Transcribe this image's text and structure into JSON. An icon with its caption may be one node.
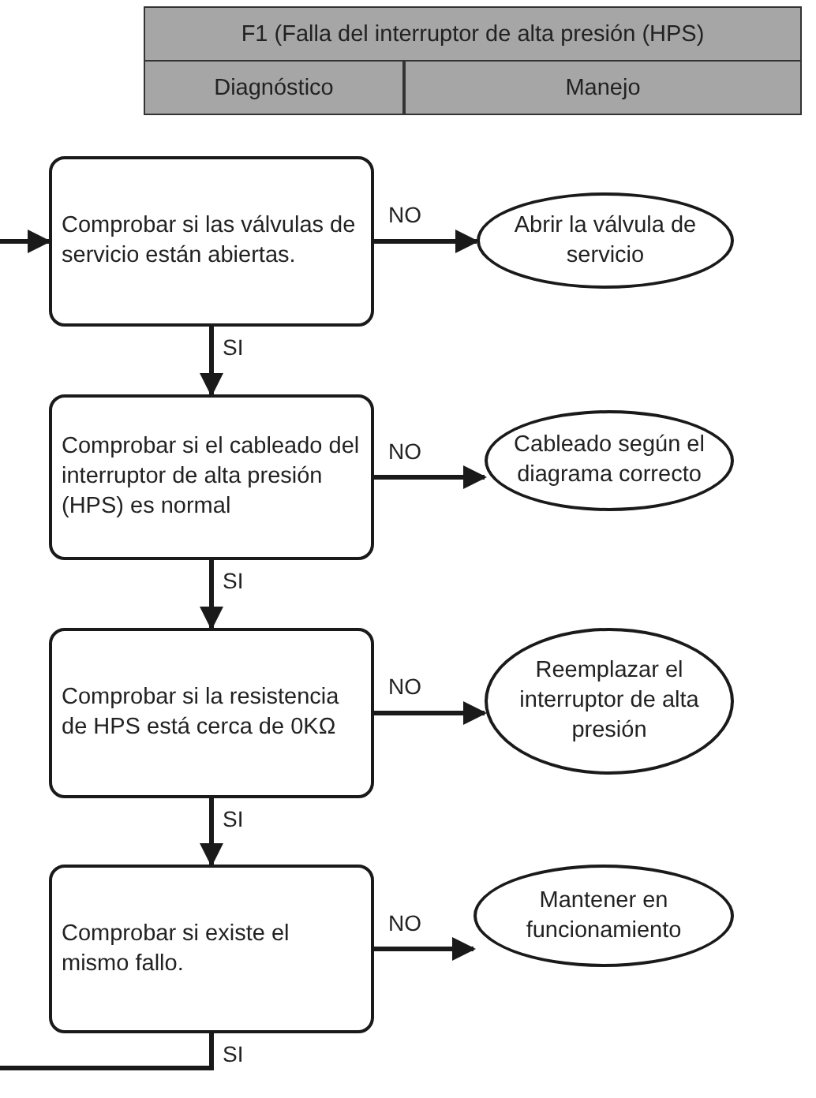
{
  "diagram": {
    "nodes": [
      {
        "text": [
          "Comprobar si las válvulas de servicio están abiertas."
        ]
      },
      {
        "text": [
          "Abrir la válvula de servicio"
        ]
      },
      {
        "text": [
          "Comprobar si el cableado del interruptor de alta presión (HPS) es normal"
        ]
      },
      {
        "text": [
          "Cableado según el diagrama correcto"
        ]
      },
      {
        "text": [
          "Comprobar si la resistencia de HPS está cerca de 0KΩ"
        ]
      },
      {
        "text": [
          "Reemplazar el interruptor de alta presión"
        ]
      },
      {
        "text": [
          "Comprobar si existe el mismo fallo."
        ]
      },
      {
        "text": [
          "Mantener en funcionamiento"
        ]
      }
    ],
    "edges": [
      {
        "from": null,
        "to": 0,
        "arrow": "to"
      },
      {
        "from": 0,
        "to": 1,
        "label": "NO",
        "arrow": "to"
      },
      {
        "from": 0,
        "to": 2,
        "label": "SI",
        "arrow": "to"
      },
      {
        "from": 2,
        "to": 3,
        "label": "NO",
        "arrow": "to"
      },
      {
        "from": 2,
        "to": 4,
        "label": "SI",
        "arrow": "to"
      },
      {
        "from": 4,
        "to": 5,
        "label": "NO",
        "arrow": "to"
      },
      {
        "from": 4,
        "to": 6,
        "label": "SI",
        "arrow": "to"
      },
      {
        "from": 6,
        "to": 7,
        "label": "NO",
        "arrow": "to"
      },
      {
        "from": 6,
        "to": null,
        "label": "SI",
        "arrow": "none"
      }
    ],
    "labels": [
      "F1 (Falla del interruptor de alta presión (HPS)",
      "Diagnóstico",
      "Manejo"
    ]
  }
}
